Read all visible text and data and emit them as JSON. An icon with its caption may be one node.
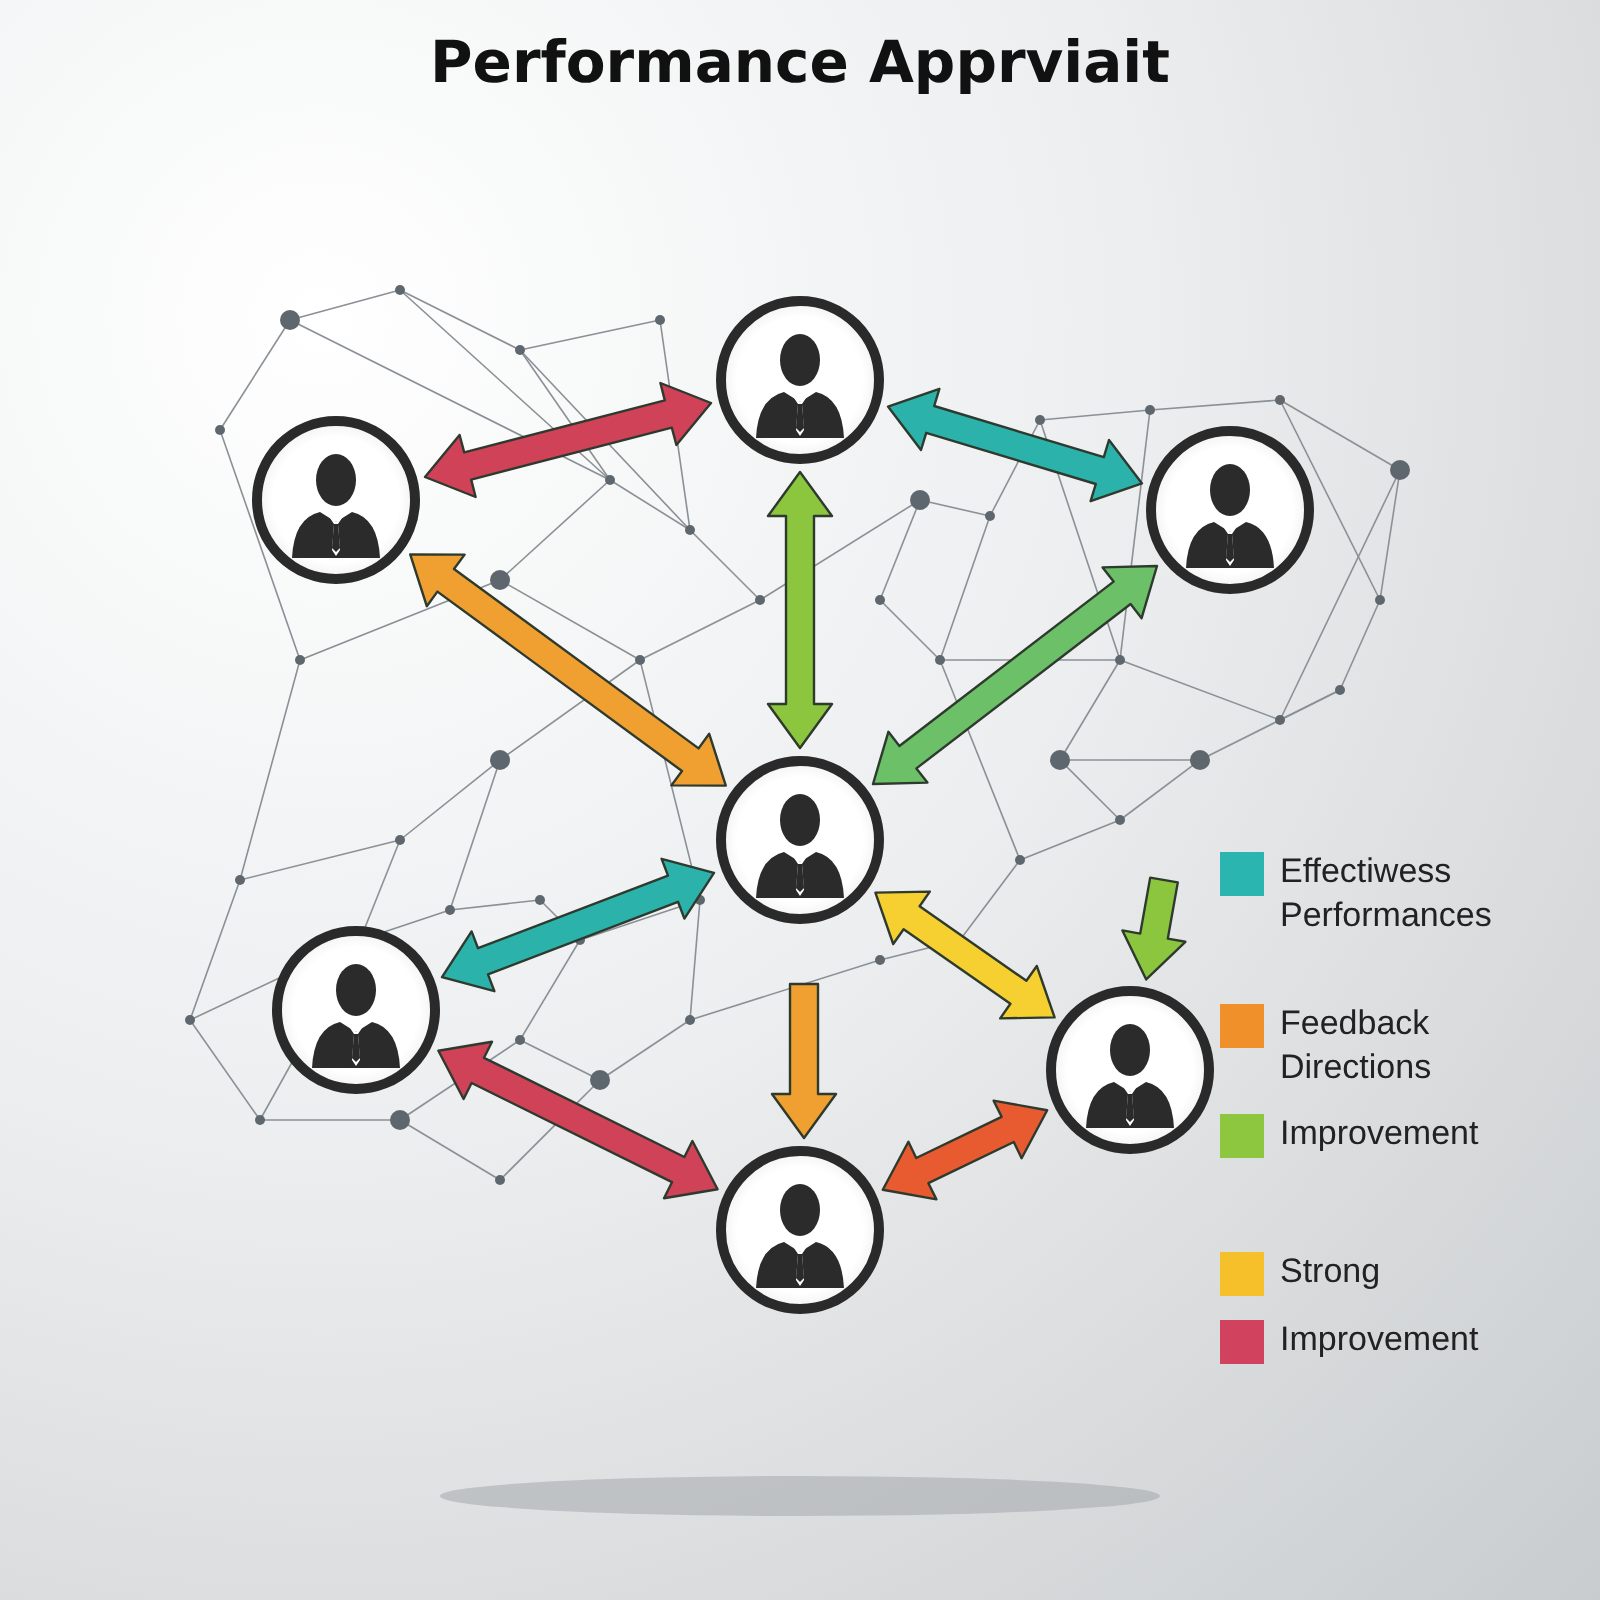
{
  "diagram": {
    "title": "Performance Apprviait",
    "nodes": [
      {
        "text": [],
        "shape": "person"
      },
      {
        "text": [],
        "shape": "person"
      },
      {
        "text": [],
        "shape": "person"
      },
      {
        "text": [],
        "shape": "person"
      },
      {
        "text": [],
        "shape": "person"
      },
      {
        "text": [],
        "shape": "person"
      },
      {
        "text": [],
        "shape": "person"
      }
    ],
    "edges": [
      {
        "from": 1,
        "to": 0,
        "arrow": "both",
        "color": "#cf4258"
      },
      {
        "from": 0,
        "to": 2,
        "arrow": "both",
        "color": "#2bb3ab"
      },
      {
        "from": 0,
        "to": 3,
        "arrow": "both",
        "color": "#8cc63f"
      },
      {
        "from": 1,
        "to": 3,
        "arrow": "both",
        "color": "#f0a030"
      },
      {
        "from": 2,
        "to": 3,
        "arrow": "both",
        "color": "#6cc068"
      },
      {
        "from": 3,
        "to": 4,
        "arrow": "both",
        "color": "#2bb3ab"
      },
      {
        "from": 3,
        "to": 5,
        "arrow": "both",
        "color": "#f5d030"
      },
      {
        "from": 3,
        "to": 6,
        "arrow": "to",
        "color": "#f0a030"
      },
      {
        "from": 4,
        "to": 6,
        "arrow": "both",
        "color": "#cf4258"
      },
      {
        "from": 6,
        "to": 5,
        "arrow": "both",
        "color": "#e85a30"
      },
      {
        "from": null,
        "to": 5,
        "arrow": "to",
        "color": "#8cc63f"
      }
    ],
    "legend": [
      {
        "text": "Effectiwess Performances",
        "color": "#2bb5b0"
      },
      {
        "text": "Feedback Directions",
        "color": "#f0902a"
      },
      {
        "text": "Improvement",
        "color": "#8dc63f"
      },
      {
        "text": "Strong",
        "color": "#f5c02a"
      },
      {
        "text": "Improvement",
        "color": "#d0425e"
      }
    ]
  }
}
